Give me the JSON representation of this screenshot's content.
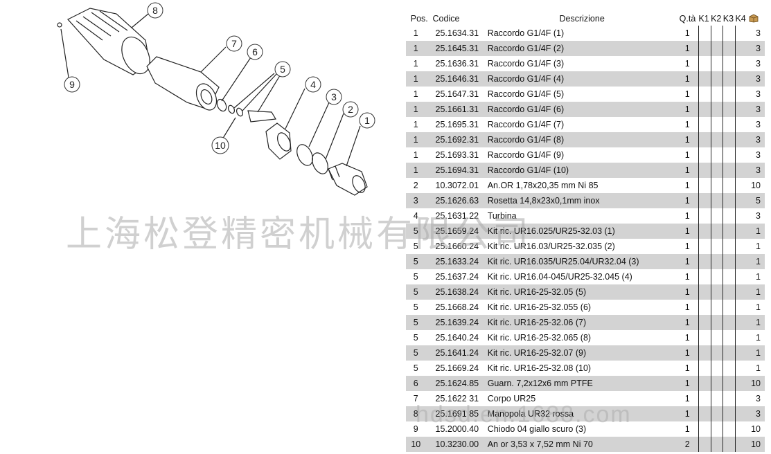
{
  "table": {
    "headers": {
      "pos": "Pos.",
      "codice": "Codice",
      "descrizione": "Descrizione",
      "qta": "Q.tà",
      "k1": "K1",
      "k2": "K2",
      "k3": "K3",
      "k4": "K4"
    },
    "header_icon": "box-icon",
    "rows": [
      {
        "pos": "1",
        "codice": "25.1634.31",
        "descrizione": "Raccordo G1/4F (1)",
        "qta": "1",
        "k4": "3"
      },
      {
        "pos": "1",
        "codice": "25.1645.31",
        "descrizione": "Raccordo G1/4F (2)",
        "qta": "1",
        "k4": "3"
      },
      {
        "pos": "1",
        "codice": "25.1636.31",
        "descrizione": "Raccordo G1/4F (3)",
        "qta": "1",
        "k4": "3"
      },
      {
        "pos": "1",
        "codice": "25.1646.31",
        "descrizione": "Raccordo G1/4F (4)",
        "qta": "1",
        "k4": "3"
      },
      {
        "pos": "1",
        "codice": "25.1647.31",
        "descrizione": "Raccordo G1/4F (5)",
        "qta": "1",
        "k4": "3"
      },
      {
        "pos": "1",
        "codice": "25.1661.31",
        "descrizione": "Raccordo G1/4F (6)",
        "qta": "1",
        "k4": "3"
      },
      {
        "pos": "1",
        "codice": "25.1695.31",
        "descrizione": "Raccordo G1/4F (7)",
        "qta": "1",
        "k4": "3"
      },
      {
        "pos": "1",
        "codice": "25.1692.31",
        "descrizione": "Raccordo G1/4F (8)",
        "qta": "1",
        "k4": "3"
      },
      {
        "pos": "1",
        "codice": "25.1693.31",
        "descrizione": "Raccordo G1/4F (9)",
        "qta": "1",
        "k4": "3"
      },
      {
        "pos": "1",
        "codice": "25.1694.31",
        "descrizione": "Raccordo G1/4F (10)",
        "qta": "1",
        "k4": "3"
      },
      {
        "pos": "2",
        "codice": "10.3072.01",
        "descrizione": "An.OR 1,78x20,35 mm Ni 85",
        "qta": "1",
        "k4": "10"
      },
      {
        "pos": "3",
        "codice": "25.1626.63",
        "descrizione": "Rosetta 14,8x23x0,1mm inox",
        "qta": "1",
        "k4": "5"
      },
      {
        "pos": "4",
        "codice": "25.1631.22",
        "descrizione": "Turbina",
        "qta": "1",
        "k4": "3"
      },
      {
        "pos": "5",
        "codice": "25.1659.24",
        "descrizione": "Kit ric. UR16.025/UR25-32.03 (1)",
        "qta": "1",
        "k4": "1"
      },
      {
        "pos": "5",
        "codice": "25.1660.24",
        "descrizione": "Kit ric. UR16.03/UR25-32.035 (2)",
        "qta": "1",
        "k4": "1"
      },
      {
        "pos": "5",
        "codice": "25.1633.24",
        "descrizione": "Kit ric. UR16.035/UR25.04/UR32.04 (3)",
        "qta": "1",
        "k4": "1"
      },
      {
        "pos": "5",
        "codice": "25.1637.24",
        "descrizione": "Kit ric. UR16.04-045/UR25-32.045 (4)",
        "qta": "1",
        "k4": "1"
      },
      {
        "pos": "5",
        "codice": "25.1638.24",
        "descrizione": "Kit ric. UR16-25-32.05 (5)",
        "qta": "1",
        "k4": "1"
      },
      {
        "pos": "5",
        "codice": "25.1668.24",
        "descrizione": "Kit ric. UR16-25-32.055 (6)",
        "qta": "1",
        "k4": "1"
      },
      {
        "pos": "5",
        "codice": "25.1639.24",
        "descrizione": "Kit ric. UR16-25-32.06 (7)",
        "qta": "1",
        "k4": "1"
      },
      {
        "pos": "5",
        "codice": "25.1640.24",
        "descrizione": "Kit ric. UR16-25-32.065 (8)",
        "qta": "1",
        "k4": "1"
      },
      {
        "pos": "5",
        "codice": "25.1641.24",
        "descrizione": "Kit ric. UR16-25-32.07 (9)",
        "qta": "1",
        "k4": "1"
      },
      {
        "pos": "5",
        "codice": "25.1669.24",
        "descrizione": "Kit ric. UR16-25-32.08 (10)",
        "qta": "1",
        "k4": "1"
      },
      {
        "pos": "6",
        "codice": "25.1624.85",
        "descrizione": "Guarn. 7,2x12x6 mm PTFE",
        "qta": "1",
        "k4": "10"
      },
      {
        "pos": "7",
        "codice": "25.1622 31",
        "descrizione": "Corpo UR25",
        "qta": "1",
        "k4": "3"
      },
      {
        "pos": "8",
        "codice": "25.1691 85",
        "descrizione": "Manopola UR32 rossa",
        "qta": "1",
        "k4": "3"
      },
      {
        "pos": "9",
        "codice": "15.2000.40",
        "descrizione": "Chiodo 04 giallo scuro (3)",
        "qta": "1",
        "k4": "10"
      },
      {
        "pos": "10",
        "codice": "10.3230.00",
        "descrizione": "An or 3,53 x 7,52 mm Ni 70",
        "qta": "2",
        "k4": "10"
      }
    ]
  },
  "drawing": {
    "callouts": [
      "8",
      "9",
      "7",
      "6",
      "5",
      "10",
      "4",
      "3",
      "2",
      "1"
    ]
  },
  "watermark": {
    "company": "上海松登精密机械有限公司",
    "url": "hdsd.en.1688.com"
  },
  "colors": {
    "row_shade": "#d3d3d3",
    "watermark": "#aaaaaa",
    "line": "#222222"
  }
}
